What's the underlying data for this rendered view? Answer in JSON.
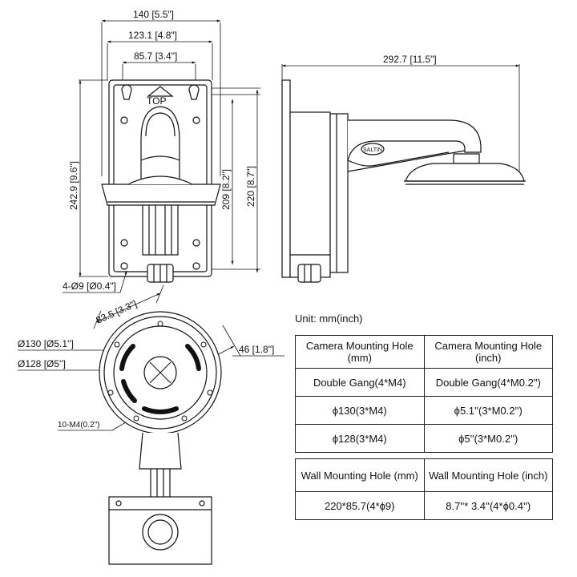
{
  "front_view": {
    "dim_overall_width": "140 [5.5\"]",
    "dim_hole_spacing_outer": "123.1 [4.8\"]",
    "dim_hole_spacing_inner": "85.7 [3.4\"]",
    "dim_total_height": "242.9 [9.6\"]",
    "dim_plate_height_a": "209 [8.2\"]",
    "dim_plate_height_b": "220 [8.7\"]",
    "dim_hole_diameter": "4-Ø9 [Ø0.4\"]",
    "top_marker": "TOP"
  },
  "side_view": {
    "dim_depth": "292.7 [11.5\"]",
    "badge": "SALTIN"
  },
  "bottom_view": {
    "dim_angle_span": "83.5 [3.3\"]",
    "dim_outer_circle": "Ø130 [Ø5.1'']",
    "dim_inner_circle": "Ø128 [Ø5'']",
    "dim_offset": "46 [1.8\"]",
    "dim_threads": "10-M4(0.2\")"
  },
  "unit_label": "Unit: mm(inch)",
  "camera_table": {
    "headers": [
      "Camera Mounting Hole (mm)",
      "Camera Mounting Hole (inch)"
    ],
    "rows": [
      [
        "Double Gang(4*M4)",
        "Double Gang(4*M0.2\")"
      ],
      [
        "ϕ130(3*M4)",
        "ϕ5.1''(3*M0.2'')"
      ],
      [
        "ϕ128(3*M4)",
        "ϕ5''(3*M0.2'')"
      ]
    ]
  },
  "wall_table": {
    "headers": [
      "Wall Mounting Hole (mm)",
      "Wall Mounting Hole (inch)"
    ],
    "rows": [
      [
        "220*85.7(4*ϕ9)",
        "8.7''* 3.4''(4*ϕ0.4'')"
      ]
    ]
  }
}
